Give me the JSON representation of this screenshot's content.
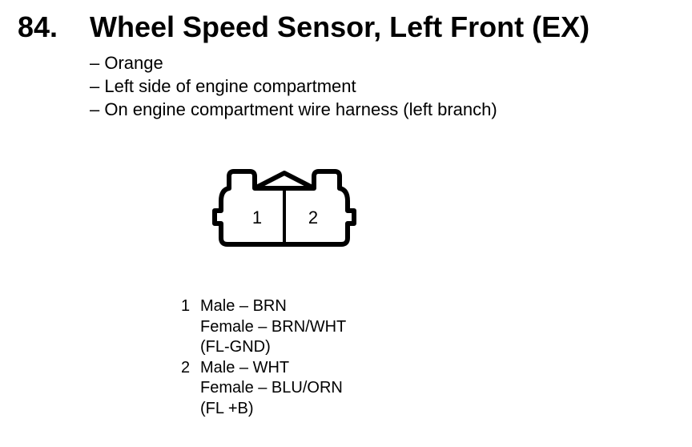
{
  "header": {
    "number": "84.",
    "title": "Wheel Speed Sensor, Left Front (EX)"
  },
  "notes": [
    "– Orange",
    "– Left side of engine compartment",
    "– On engine compartment wire harness (left branch)"
  ],
  "connector": {
    "cavity_labels": [
      "1",
      "2"
    ]
  },
  "pins": [
    {
      "number": "1",
      "male": "Male – BRN",
      "female": "Female – BRN/WHT",
      "circuit": "(FL-GND)"
    },
    {
      "number": "2",
      "male": "Male – WHT",
      "female": "Female – BLU/ORN",
      "circuit": "(FL +B)"
    }
  ]
}
